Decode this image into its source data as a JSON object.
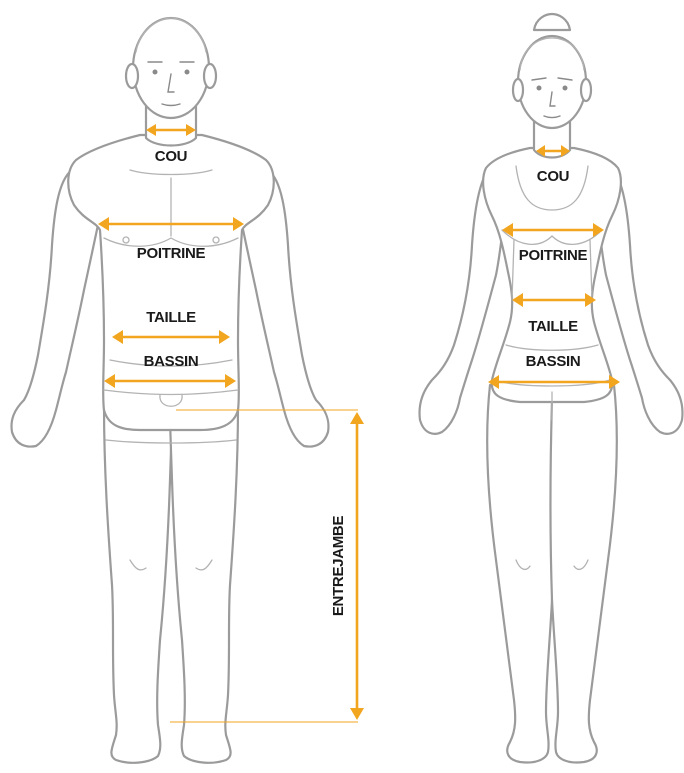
{
  "colors": {
    "accent": "#f2a51e",
    "outline": "#9b9b9b",
    "text": "#1a1a1a"
  },
  "male": {
    "neck": "COU",
    "chest": "POITRINE",
    "waist": "TAILLE",
    "hips": "BASSIN",
    "inseam": "ENTREJAMBE"
  },
  "female": {
    "neck": "COU",
    "chest": "POITRINE",
    "waist": "TAILLE",
    "hips": "BASSIN"
  }
}
